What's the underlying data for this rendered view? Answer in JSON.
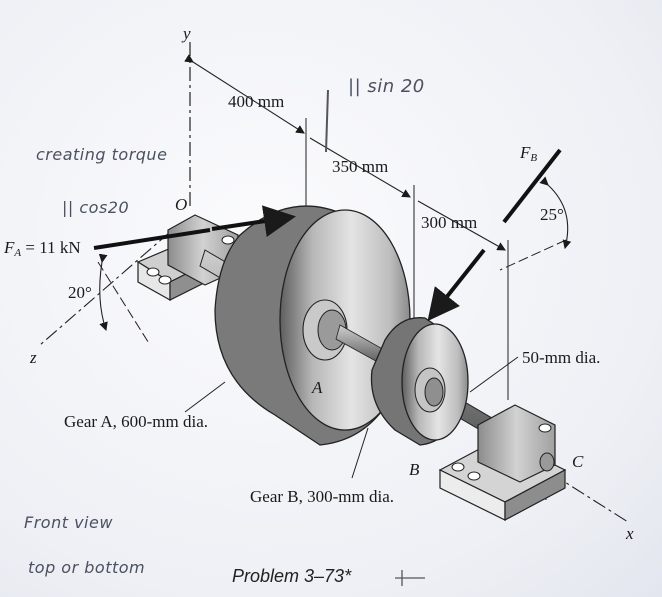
{
  "labels": {
    "y_axis": "y",
    "z_axis": "z",
    "x_axis": "x",
    "origin": "O",
    "dim_400": "400 mm",
    "dim_350": "350 mm",
    "dim_300": "300 mm",
    "force_a": "F",
    "force_a_sub": "A",
    "force_a_value": "= 11 kN",
    "force_b": "F",
    "force_b_sub": "B",
    "angle_20": "20°",
    "angle_25": "25°",
    "shaft_dia": "50-mm dia.",
    "gear_a_letter": "A",
    "gear_b_letter": "B",
    "bearing_c": "C",
    "gear_a_caption": "Gear A, 600-mm dia.",
    "gear_b_caption": "Gear B, 300-mm dia.",
    "problem": "Problem 3–73*"
  },
  "handwriting": {
    "sin_note": "|| sin 20",
    "torque_note": "creating torque",
    "cos_note": "|| cos20",
    "front_view": "Front view",
    "top_bottom": "top or bottom"
  },
  "colors": {
    "ink": "#1a1a1a",
    "pencil": "#4a5160",
    "gear_light": "#e6e6e6",
    "gear_dark": "#6f6f6f"
  }
}
